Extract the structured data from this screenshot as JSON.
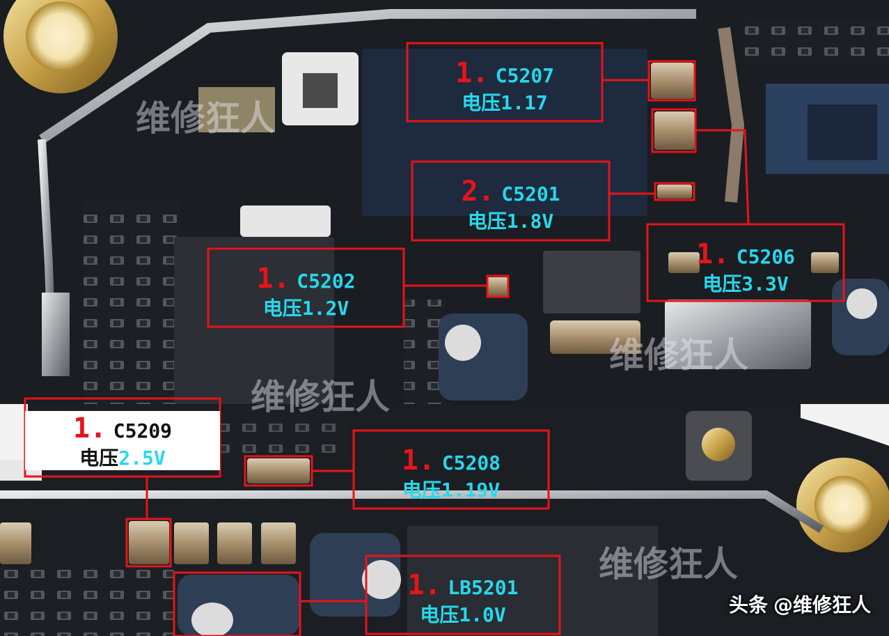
{
  "annotations": [
    {
      "num": "1.",
      "code": "C5207",
      "volt_prefix": "电压",
      "volt_value": "1.17"
    },
    {
      "num": "2.",
      "code": "C5201",
      "volt_prefix": "电压",
      "volt_value": "1.8V"
    },
    {
      "num": "1.",
      "code": "C5206",
      "volt_prefix": "电压",
      "volt_value": "3.3V"
    },
    {
      "num": "1.",
      "code": "C5202",
      "volt_prefix": "电压",
      "volt_value": "1.2V"
    },
    {
      "num": "1.",
      "code": "C5209",
      "volt_prefix": "电压",
      "volt_value": "2.5V"
    },
    {
      "num": "1.",
      "code": "C5208",
      "volt_prefix": "电压",
      "volt_value": "1.19V"
    },
    {
      "num": "1.",
      "code": "LB5201",
      "volt_prefix": "电压",
      "volt_value": "1.0V"
    }
  ],
  "watermark": "维修狂人",
  "credit": {
    "brand": "头条",
    "handle": "@维修狂人"
  },
  "colors": {
    "box": "#e8131a",
    "label_text": "#27d8ec",
    "number": "#e8131a",
    "board": "#1a1d22"
  }
}
